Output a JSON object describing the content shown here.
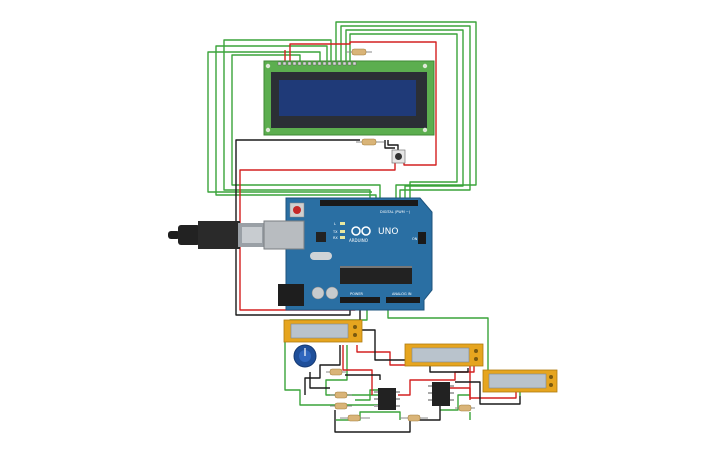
{
  "board": {
    "name": "UNO",
    "brand": "ARDUINO",
    "digital_label": "DIGITAL (PWM ~)",
    "analog_label": "ANALOG IN",
    "power_label": "POWER",
    "on_label": "ON",
    "tx_label": "TX",
    "rx_label": "RX",
    "l_label": "L"
  },
  "colors": {
    "wire_green": "#3aa43a",
    "wire_red": "#d42020",
    "wire_black": "#1a1a1a",
    "board_blue": "#2a6fa3",
    "lcd_green": "#5cae4f",
    "lcd_screen": "#1f3a78",
    "sensor_yellow": "#e6a51f",
    "sensor_screen": "#b9c3cc"
  }
}
